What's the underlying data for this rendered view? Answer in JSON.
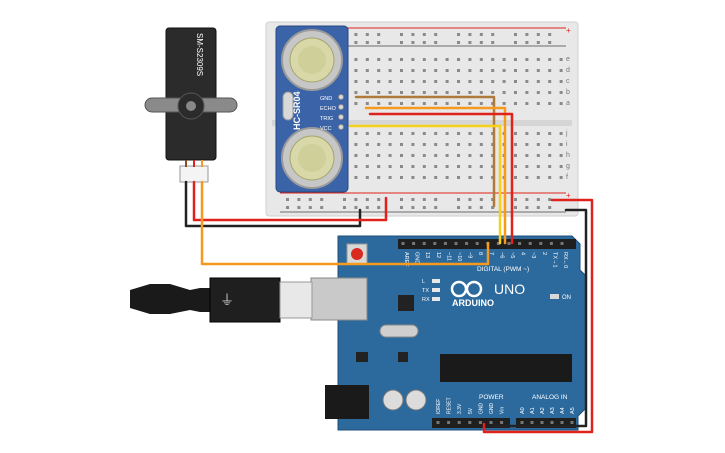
{
  "servo": {
    "model": "SM-S2309S"
  },
  "sensor": {
    "model": "HC-SR04",
    "pins": [
      "GND",
      "ECHO",
      "TRIG",
      "VCC"
    ]
  },
  "breadboard": {
    "rail_plus": "+",
    "rail_minus": "-",
    "row_letters_top": [
      "a",
      "b",
      "c",
      "d",
      "e"
    ],
    "row_letters_bottom": [
      "f",
      "g",
      "h",
      "i",
      "j"
    ]
  },
  "arduino": {
    "brand": "ARDUINO",
    "model": "UNO",
    "digital_label": "DIGITAL (PWM ~)",
    "digital_pins": [
      "AREF",
      "GND",
      "13",
      "12",
      "~11",
      "~10",
      "~9",
      "8",
      "7",
      "~6",
      "~5",
      "4",
      "~3",
      "2",
      "TX→1",
      "RX←0"
    ],
    "leds": [
      "L",
      "TX",
      "RX"
    ],
    "on_label": "ON",
    "power_label": "POWER",
    "power_pins": [
      "IOREF",
      "RESET",
      "3.3V",
      "5V",
      "GND",
      "GND",
      "Vin"
    ],
    "analog_label": "ANALOG IN",
    "analog_pins": [
      "A0",
      "A1",
      "A2",
      "A3",
      "A4",
      "A5"
    ]
  },
  "colors": {
    "board_blue": "#2c6a9e",
    "breadboard": "#e8e8e8",
    "wire_red": "#e0221c",
    "wire_black": "#222222",
    "wire_orange": "#f59a1e",
    "wire_yellow": "#f7d117",
    "wire_brown": "#b07a3a"
  }
}
